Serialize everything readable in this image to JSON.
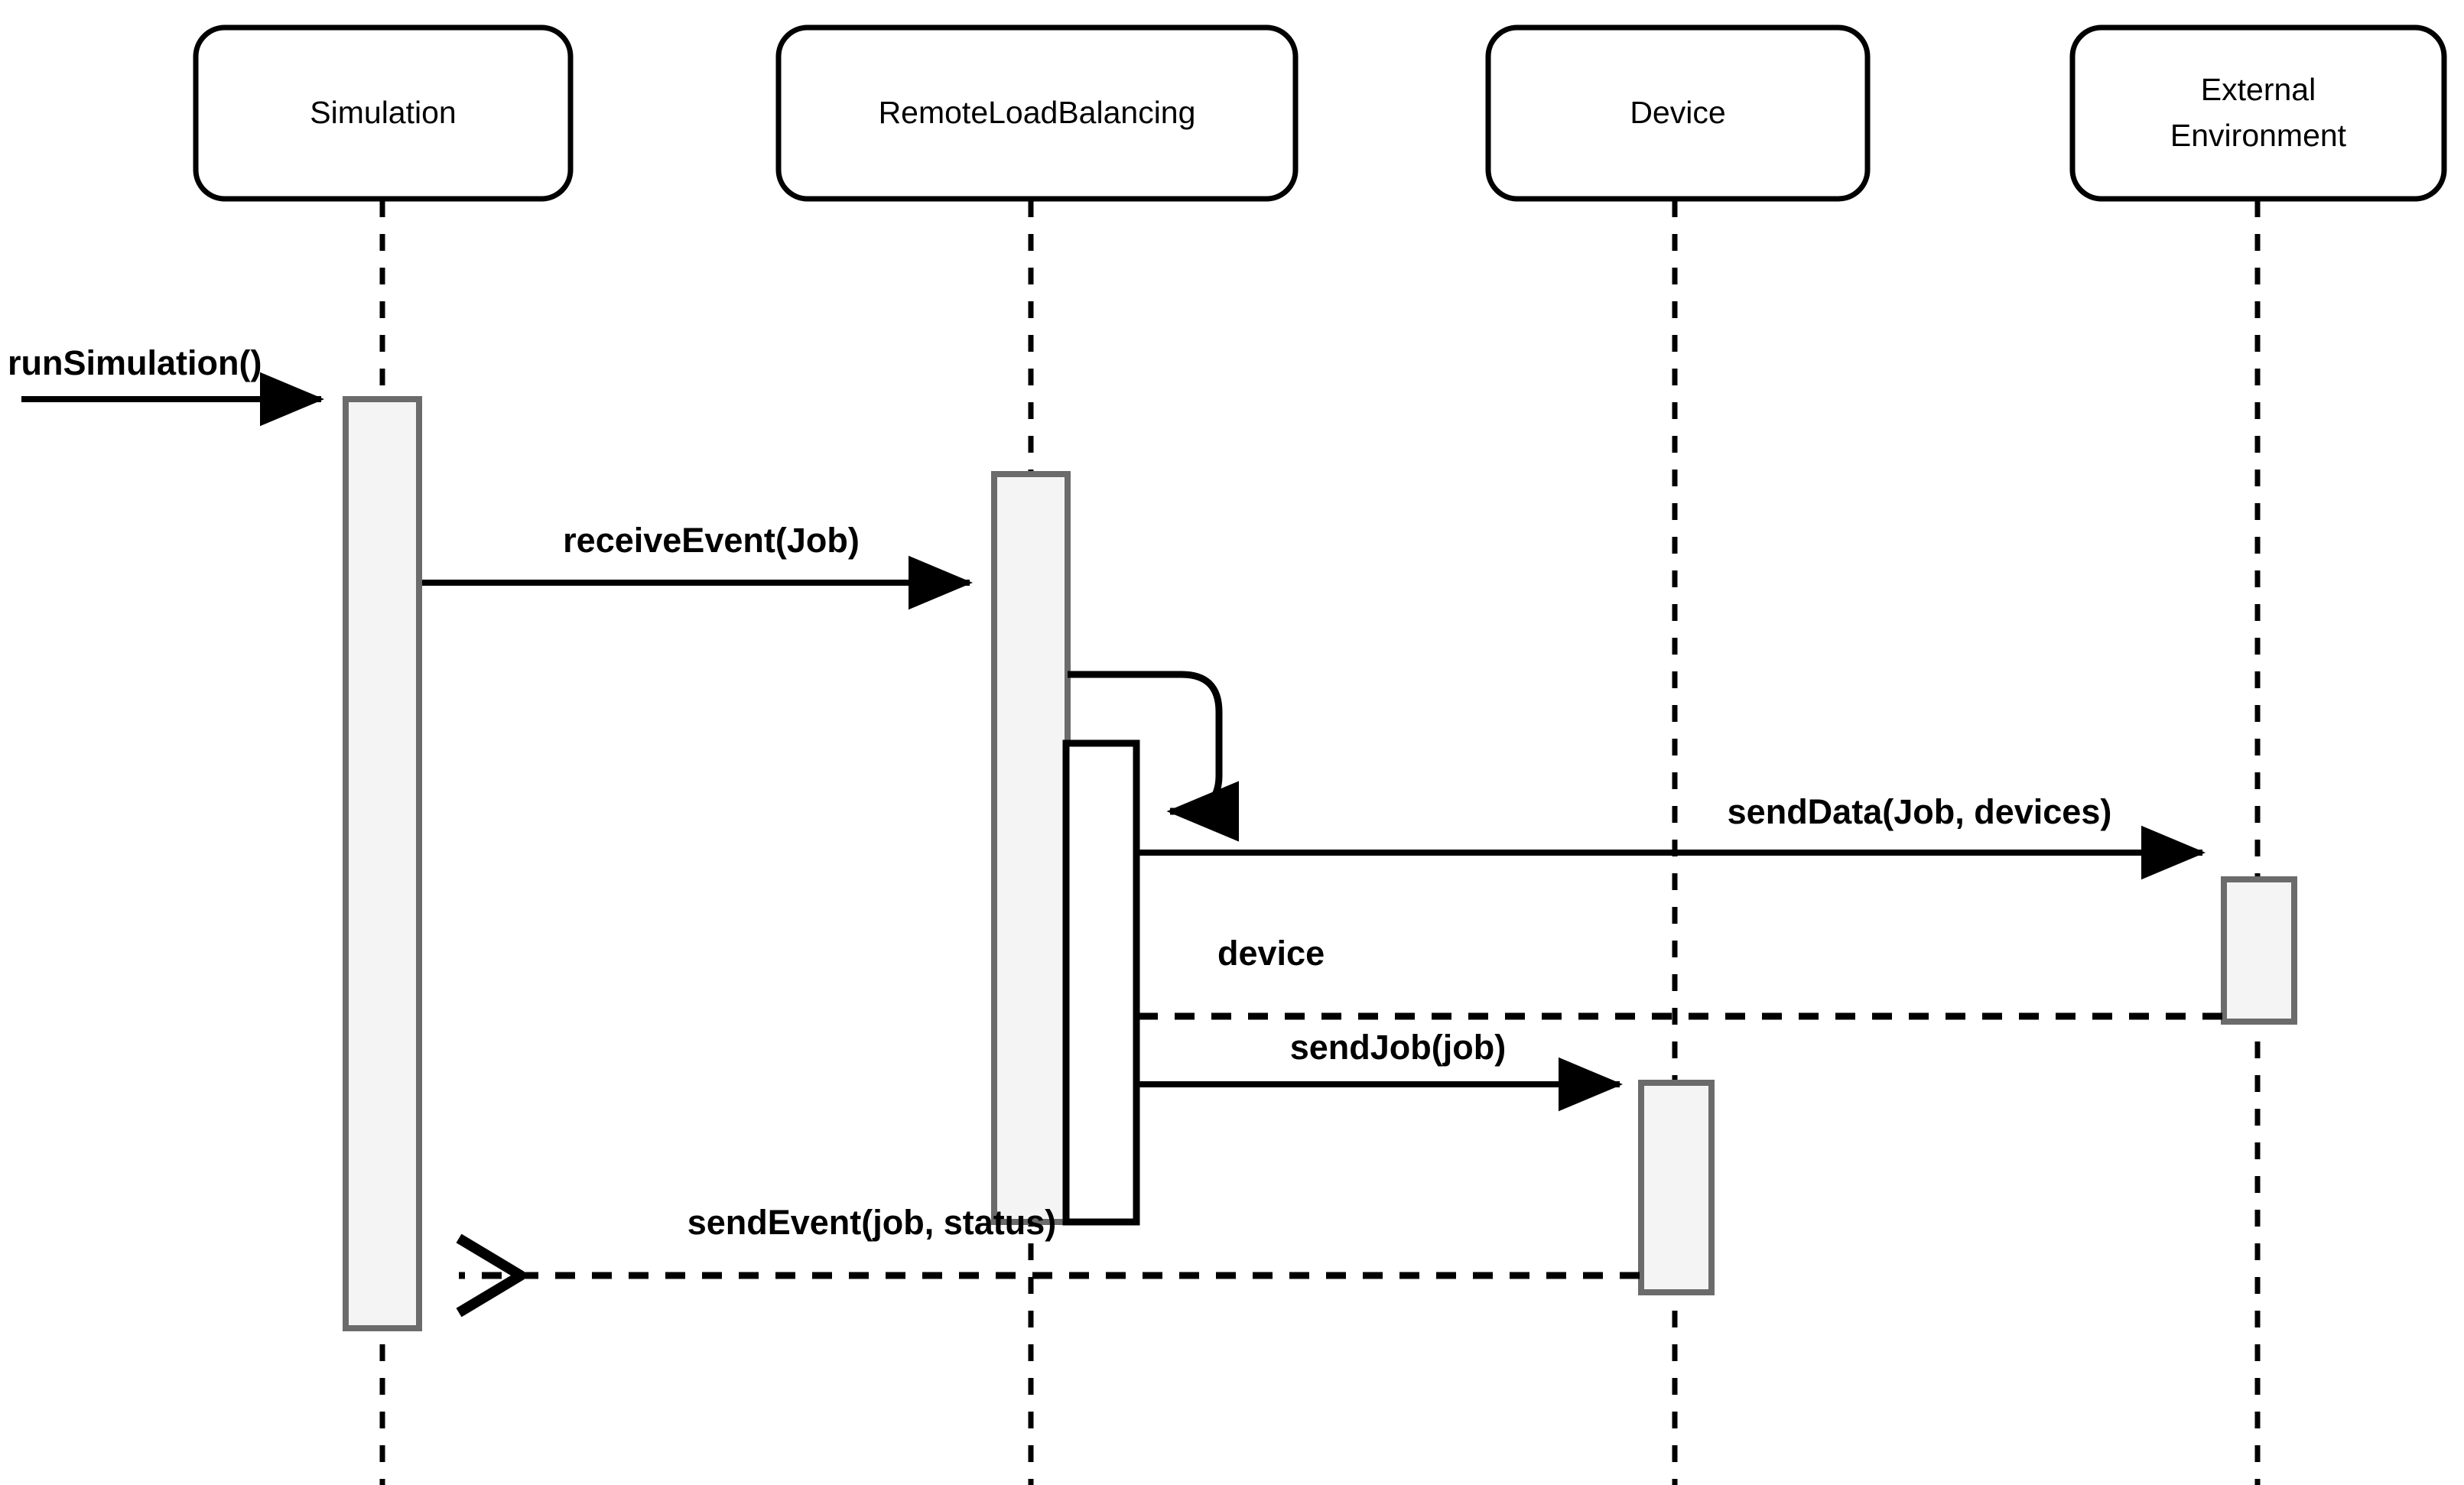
{
  "diagram": {
    "type": "uml-sequence-diagram",
    "title": "",
    "colors": {
      "background": "#ffffff",
      "stroke": "#000000",
      "activation_fill": "#f4f4f4",
      "activation_border": "#6b6b6b",
      "nested_activation_fill": "#ffffff",
      "nested_activation_border": "#000000"
    },
    "participants": [
      {
        "id": "simulation",
        "label": "Simulation",
        "label_lines": [
          "Simulation"
        ]
      },
      {
        "id": "remoteloadbalancing",
        "label": "RemoteLoadBalancing",
        "label_lines": [
          "RemoteLoadBalancing"
        ]
      },
      {
        "id": "device",
        "label": "Device",
        "label_lines": [
          "Device"
        ]
      },
      {
        "id": "externalenvironment",
        "label": "External Environment",
        "label_lines": [
          "External",
          "Environment"
        ]
      }
    ],
    "messages": [
      {
        "id": "m1",
        "label": "runSimulation()",
        "from": "actor-boundary",
        "to": "simulation",
        "kind": "call",
        "line": "solid",
        "arrowhead": "filled"
      },
      {
        "id": "m2",
        "label": "receiveEvent(Job)",
        "from": "simulation",
        "to": "remoteloadbalancing",
        "kind": "call",
        "line": "solid",
        "arrowhead": "filled"
      },
      {
        "id": "m3",
        "label": "",
        "from": "remoteloadbalancing",
        "to": "remoteloadbalancing",
        "kind": "self-call",
        "line": "solid",
        "arrowhead": "filled"
      },
      {
        "id": "m4",
        "label": "sendData(Job, devices)",
        "from": "remoteloadbalancing",
        "to": "externalenvironment",
        "kind": "call",
        "line": "solid",
        "arrowhead": "filled"
      },
      {
        "id": "m5",
        "label": "device",
        "from": "externalenvironment",
        "to": "remoteloadbalancing",
        "kind": "return",
        "line": "dashed",
        "arrowhead": "none"
      },
      {
        "id": "m6",
        "label": "sendJob(job)",
        "from": "remoteloadbalancing",
        "to": "device",
        "kind": "call",
        "line": "solid",
        "arrowhead": "filled"
      },
      {
        "id": "m7",
        "label": "sendEvent(job, status)",
        "from": "device",
        "to": "simulation",
        "kind": "return",
        "line": "dashed",
        "arrowhead": "open"
      }
    ]
  }
}
